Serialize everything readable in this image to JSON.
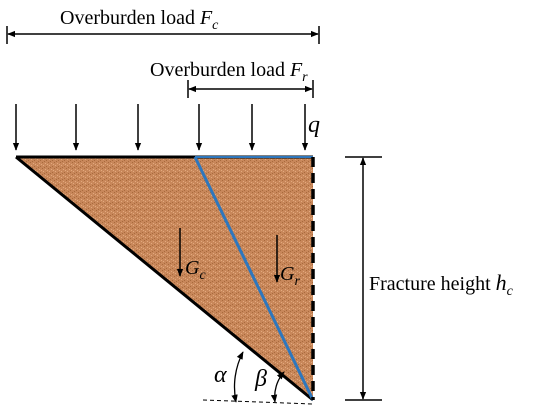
{
  "labels": {
    "load_c": {
      "text": "Overburden load ",
      "sym": "F",
      "sub": "c"
    },
    "load_r": {
      "text": "Overburden load ",
      "sym": "F",
      "sub": "r"
    },
    "q": "q",
    "g_c": {
      "sym": "G",
      "sub": "c"
    },
    "g_r": {
      "sym": "G",
      "sub": "r"
    },
    "height": {
      "text": "Fracture height ",
      "sym": "h",
      "sub": "c"
    },
    "alpha": "α",
    "beta": "β"
  },
  "colors": {
    "soil": "#c8875a",
    "soil_dark": "#a86a3c",
    "soil_light": "#e2aa7e",
    "blue_line": "#2e77bd",
    "black": "#000000"
  }
}
